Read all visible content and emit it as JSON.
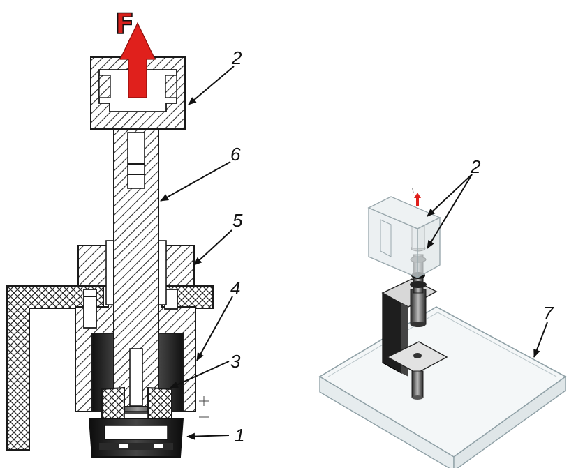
{
  "figure": {
    "force_label": "F",
    "callouts": {
      "c1": "1",
      "c2_left": "2",
      "c3": "3",
      "c4": "4",
      "c5": "5",
      "c6": "6",
      "c2_right": "2",
      "c7": "7"
    },
    "colors": {
      "arrow": "#e0201c",
      "metal_hatch": "#222222",
      "glass": "#c9d3d6",
      "bracket": "#1e1e1e"
    }
  }
}
